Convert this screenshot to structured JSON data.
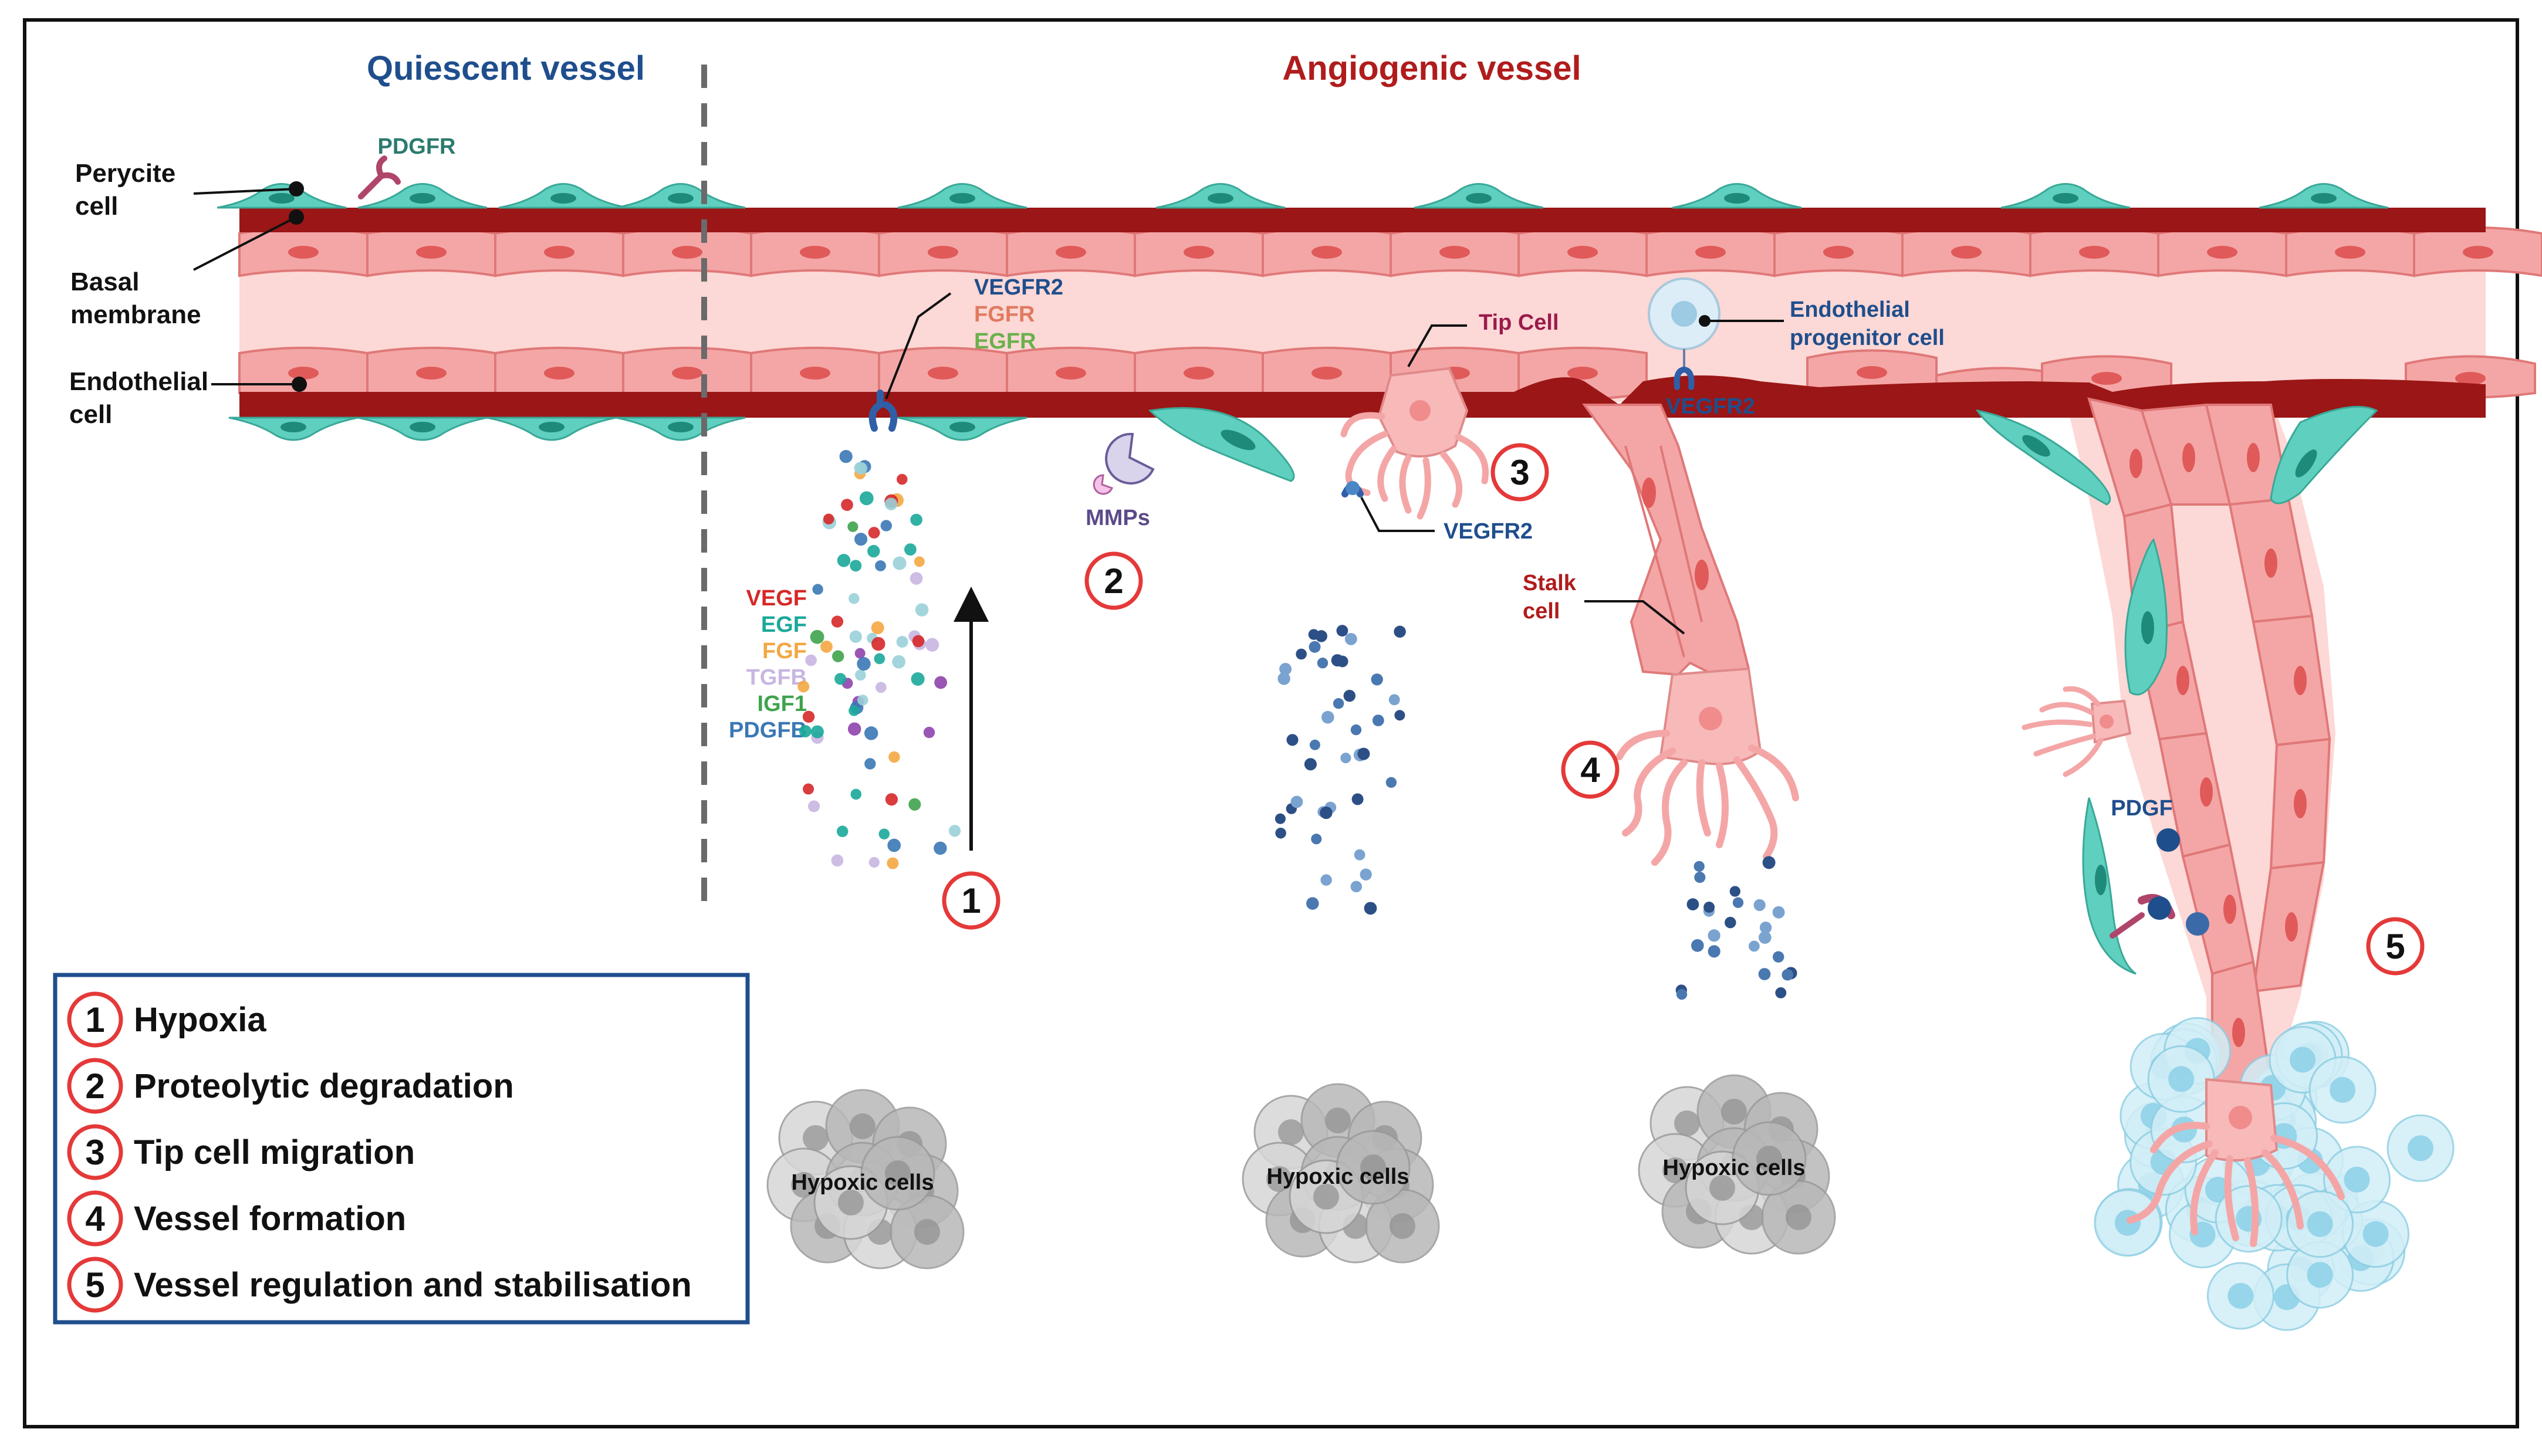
{
  "titles": {
    "quiescent": "Quiescent vessel",
    "angiogenic": "Angiogenic vessel"
  },
  "colors": {
    "quiescent_title": "#1f4e8c",
    "angiogenic_title": "#b01c1c",
    "basal_membrane": "#9b1616",
    "lumen": "#fcd8d6",
    "endothelial": "#f4a6a6",
    "pericyte": "#5fcfbf",
    "step_ring": "#e53939",
    "legend_border": "#1f4e8c",
    "receptor": "#2f5fa8",
    "hypoxic_cells": "#9a9a9a",
    "blue_cluster": "#aee4f3"
  },
  "left_labels": {
    "pericyte": "Perycite\ncell",
    "basal": "Basal\nmembrane",
    "endothelial": "Endothelial\ncell"
  },
  "molecules": {
    "pdgfr": "PDGFR",
    "receptors": [
      {
        "text": "VEGFR2",
        "color": "#1f4e8c"
      },
      {
        "text": "FGFR",
        "color": "#e07a5f"
      },
      {
        "text": "EGFR",
        "color": "#6ab04c"
      }
    ],
    "growth_factors": [
      {
        "text": "VEGF",
        "color": "#d62828"
      },
      {
        "text": "EGF",
        "color": "#1aa89a"
      },
      {
        "text": "FGF",
        "color": "#f4a742"
      },
      {
        "text": "TGFB",
        "color": "#c8b6e2"
      },
      {
        "text": "IGF1",
        "color": "#3fa34d"
      },
      {
        "text": "PDGFB",
        "color": "#3a78b5"
      }
    ],
    "mmps": "MMPs",
    "tip_cell": "Tip Cell",
    "vegfr2_tip": "VEGFR2",
    "vegfr2_epc": "VEGFR2",
    "epc": "Endothelial\nprogenitor cell",
    "stalk": "Stalk\ncell",
    "pdgf": "PDGF"
  },
  "hypoxic_label": "Hypoxic cells",
  "steps": [
    "1",
    "2",
    "3",
    "4",
    "5"
  ],
  "legend": [
    {
      "num": "1",
      "text": "Hypoxia"
    },
    {
      "num": "2",
      "text": "Proteolytic degradation"
    },
    {
      "num": "3",
      "text": "Tip cell migration"
    },
    {
      "num": "4",
      "text": "Vessel formation"
    },
    {
      "num": "5",
      "text": "Vessel regulation and stabilisation"
    }
  ]
}
